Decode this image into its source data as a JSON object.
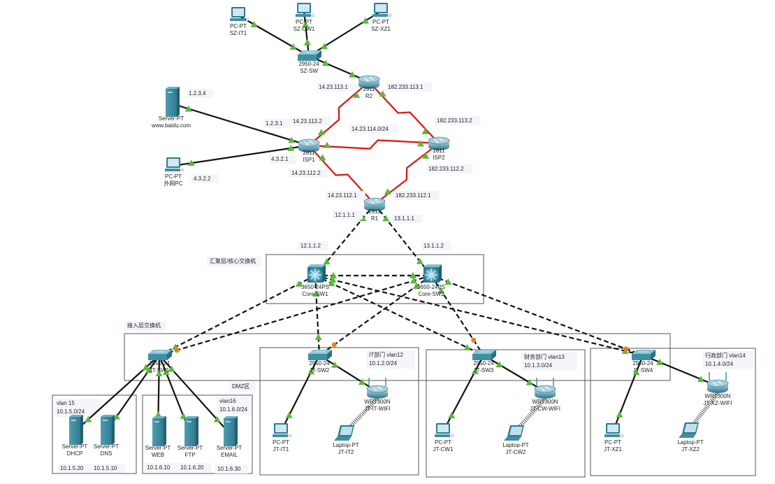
{
  "title": "Packet Tracer network topology",
  "zones": [
    {
      "id": "core",
      "label": "汇聚层/核心交换机"
    },
    {
      "id": "access",
      "label": "接入层交换机"
    },
    {
      "id": "dmz",
      "label": "DMZ区"
    },
    {
      "id": "vlan15",
      "label_line1": "vlan 15",
      "label_line2": "10.1.5.0/24"
    },
    {
      "id": "vlan16",
      "label_line1": "vlan16",
      "label_line2": "10.1.6.0/24"
    },
    {
      "id": "it",
      "label_line1": "IT部门 vlan12",
      "label_line2": "10.1.2.0/24"
    },
    {
      "id": "cw",
      "label_line1": "财务部门 vlan13",
      "label_line2": "10.1.3.0/24"
    },
    {
      "id": "xz",
      "label_line1": "行政部门 vlan14",
      "label_line2": "10.1.4.0/24"
    }
  ],
  "devices": [
    {
      "id": "sz-it1",
      "type": "pc",
      "model": "PC-PT",
      "name": "SZ-IT1"
    },
    {
      "id": "sz-cw1",
      "type": "pc",
      "model": "PC-PT",
      "name": "SZ-CW1"
    },
    {
      "id": "sz-xz1",
      "type": "pc",
      "model": "PC-PT",
      "name": "SZ-XZ1"
    },
    {
      "id": "sz-sw",
      "type": "switch",
      "model": "2950-24",
      "name": "SZ-SW"
    },
    {
      "id": "r2",
      "type": "router",
      "model": "2811",
      "name": "R2"
    },
    {
      "id": "baidu",
      "type": "server",
      "model": "Server-PT",
      "name": "www.baidu.com"
    },
    {
      "id": "extpc",
      "type": "pc",
      "model": "PC-PT",
      "name": "外网PC"
    },
    {
      "id": "isp1",
      "type": "router",
      "model": "2811",
      "name": "ISP1"
    },
    {
      "id": "isp2",
      "type": "router",
      "model": "2811",
      "name": "ISP2"
    },
    {
      "id": "r1",
      "type": "router",
      "model": "2811",
      "name": "R1"
    },
    {
      "id": "core-sw1",
      "type": "l3switch",
      "model": "3650-24PS",
      "name": "Core-SW1"
    },
    {
      "id": "core-sw2",
      "type": "l3switch",
      "model": "3650-24PS",
      "name": "Core-SW2"
    },
    {
      "id": "jt-sw1",
      "type": "switch",
      "model": "2950-24",
      "name": "JT-SW1"
    },
    {
      "id": "jt-sw2",
      "type": "switch",
      "model": "2950-24",
      "name": "JT-SW2"
    },
    {
      "id": "jt-sw3",
      "type": "switch",
      "model": "2950-24",
      "name": "JT-SW3"
    },
    {
      "id": "jt-sw4",
      "type": "switch",
      "model": "2950-24",
      "name": "JT-SW4"
    },
    {
      "id": "dhcp",
      "type": "server",
      "model": "Server-PT",
      "name": "DHCP"
    },
    {
      "id": "dns",
      "type": "server",
      "model": "Server-PT",
      "name": "DNS"
    },
    {
      "id": "web",
      "type": "server",
      "model": "Server-PT",
      "name": "WEB"
    },
    {
      "id": "ftp",
      "type": "server",
      "model": "Server-PT",
      "name": "FTP"
    },
    {
      "id": "email",
      "type": "server",
      "model": "Server-PT",
      "name": "EMAIL"
    },
    {
      "id": "jt-it-wifi",
      "type": "wrouter",
      "model": "WRT300N",
      "name": "JT-IT-WIFI"
    },
    {
      "id": "jt-cw-wifi",
      "type": "wrouter",
      "model": "WRT300N",
      "name": "JT-CW-WIFI"
    },
    {
      "id": "jt-xz-wifi",
      "type": "wrouter",
      "model": "WRT300N",
      "name": "JT-XZ-WIFI"
    },
    {
      "id": "jt-it1",
      "type": "pc",
      "model": "PC-PT",
      "name": "JT-IT1"
    },
    {
      "id": "jt-it2",
      "type": "laptop",
      "model": "Laptop-PT",
      "name": "JT-IT2"
    },
    {
      "id": "jt-cw1",
      "type": "pc",
      "model": "PC-PT",
      "name": "JT-CW1"
    },
    {
      "id": "jt-cw2",
      "type": "laptop",
      "model": "Laptop-PT",
      "name": "JT-CW2"
    },
    {
      "id": "jt-xz1",
      "type": "pc",
      "model": "PC-PT",
      "name": "JT-XZ1"
    },
    {
      "id": "jt-xz2",
      "type": "laptop",
      "model": "Laptop-PT",
      "name": "JT-XZ2"
    }
  ],
  "links": [
    {
      "a": "sz-it1",
      "b": "sz-sw",
      "style": "solid"
    },
    {
      "a": "sz-cw1",
      "b": "sz-sw",
      "style": "solid"
    },
    {
      "a": "sz-xz1",
      "b": "sz-sw",
      "style": "solid"
    },
    {
      "a": "sz-sw",
      "b": "r2",
      "style": "solid"
    },
    {
      "a": "baidu",
      "b": "isp1",
      "style": "solid"
    },
    {
      "a": "extpc",
      "b": "isp1",
      "style": "solid"
    },
    {
      "a": "r2",
      "b": "isp1",
      "style": "serial"
    },
    {
      "a": "r2",
      "b": "isp2",
      "style": "serial"
    },
    {
      "a": "isp1",
      "b": "isp2",
      "style": "serial"
    },
    {
      "a": "isp1",
      "b": "r1",
      "style": "serial"
    },
    {
      "a": "isp2",
      "b": "r1",
      "style": "serial"
    },
    {
      "a": "r1",
      "b": "core-sw1",
      "style": "dashed"
    },
    {
      "a": "r1",
      "b": "core-sw2",
      "style": "dashed"
    },
    {
      "a": "core-sw1",
      "b": "core-sw2",
      "style": "dashed"
    },
    {
      "a": "core-sw1",
      "b": "jt-sw1",
      "style": "dashed"
    },
    {
      "a": "core-sw1",
      "b": "jt-sw2",
      "style": "dashed"
    },
    {
      "a": "core-sw1",
      "b": "jt-sw3",
      "style": "dashed"
    },
    {
      "a": "core-sw1",
      "b": "jt-sw4",
      "style": "dashed"
    },
    {
      "a": "core-sw2",
      "b": "jt-sw1",
      "style": "dashed",
      "blocked": true
    },
    {
      "a": "core-sw2",
      "b": "jt-sw2",
      "style": "dashed",
      "blocked": true
    },
    {
      "a": "core-sw2",
      "b": "jt-sw3",
      "style": "dashed",
      "blocked": true
    },
    {
      "a": "core-sw2",
      "b": "jt-sw4",
      "style": "dashed",
      "blocked": true
    },
    {
      "a": "jt-sw1",
      "b": "dhcp",
      "style": "solid"
    },
    {
      "a": "jt-sw1",
      "b": "dns",
      "style": "solid"
    },
    {
      "a": "jt-sw1",
      "b": "web",
      "style": "solid"
    },
    {
      "a": "jt-sw1",
      "b": "ftp",
      "style": "solid"
    },
    {
      "a": "jt-sw1",
      "b": "email",
      "style": "solid"
    },
    {
      "a": "jt-sw2",
      "b": "jt-it1",
      "style": "solid"
    },
    {
      "a": "jt-sw2",
      "b": "jt-it-wifi",
      "style": "solid"
    },
    {
      "a": "jt-it-wifi",
      "b": "jt-it2",
      "style": "wireless"
    },
    {
      "a": "jt-sw3",
      "b": "jt-cw1",
      "style": "solid"
    },
    {
      "a": "jt-sw3",
      "b": "jt-cw-wifi",
      "style": "solid"
    },
    {
      "a": "jt-cw-wifi",
      "b": "jt-cw2",
      "style": "wireless"
    },
    {
      "a": "jt-sw4",
      "b": "jt-xz1",
      "style": "solid"
    },
    {
      "a": "jt-sw4",
      "b": "jt-xz-wifi",
      "style": "solid"
    },
    {
      "a": "jt-xz-wifi",
      "b": "jt-xz2",
      "style": "wireless"
    }
  ],
  "addresses": [
    {
      "id": "a-r2-left",
      "text": "14.23.113.1"
    },
    {
      "id": "a-r2-right",
      "text": "182.233.113.1"
    },
    {
      "id": "a-baidu",
      "text": "1.2.3.4"
    },
    {
      "id": "a-isp1-baidu",
      "text": "1.2.3.1"
    },
    {
      "id": "a-isp1-top",
      "text": "14.23.113.2"
    },
    {
      "id": "a-isp-mid",
      "text": "14.23.114.0/24"
    },
    {
      "id": "a-isp2-top",
      "text": "182.233.113.2"
    },
    {
      "id": "a-isp1-ext",
      "text": "4.3.2.1"
    },
    {
      "id": "a-extpc",
      "text": "4.3.2.2"
    },
    {
      "id": "a-isp1-bottom",
      "text": "14.23.112.2"
    },
    {
      "id": "a-isp2-bottom",
      "text": "182.233.112.2"
    },
    {
      "id": "a-r1-left",
      "text": "14.23.112.1"
    },
    {
      "id": "a-r1-right",
      "text": "182.233.112.1"
    },
    {
      "id": "a-r1-core1",
      "text": "12.1.1.1"
    },
    {
      "id": "a-r1-core2",
      "text": "13.1.1.1"
    },
    {
      "id": "a-core1",
      "text": "12.1.1.2"
    },
    {
      "id": "a-core2",
      "text": "13.1.1.2"
    },
    {
      "id": "a-dhcp",
      "text": "10.1.5.20"
    },
    {
      "id": "a-dns",
      "text": "10.1.5.10"
    },
    {
      "id": "a-web",
      "text": "10.1.6.10"
    },
    {
      "id": "a-ftp",
      "text": "10.1.6.20"
    },
    {
      "id": "a-email",
      "text": "10.1.6.30"
    }
  ],
  "colors": {
    "serial_link": "#e01010",
    "link_up": "#5cb83c",
    "link_blocked": "#f07d10",
    "device_teal": "#3f8fa3"
  }
}
